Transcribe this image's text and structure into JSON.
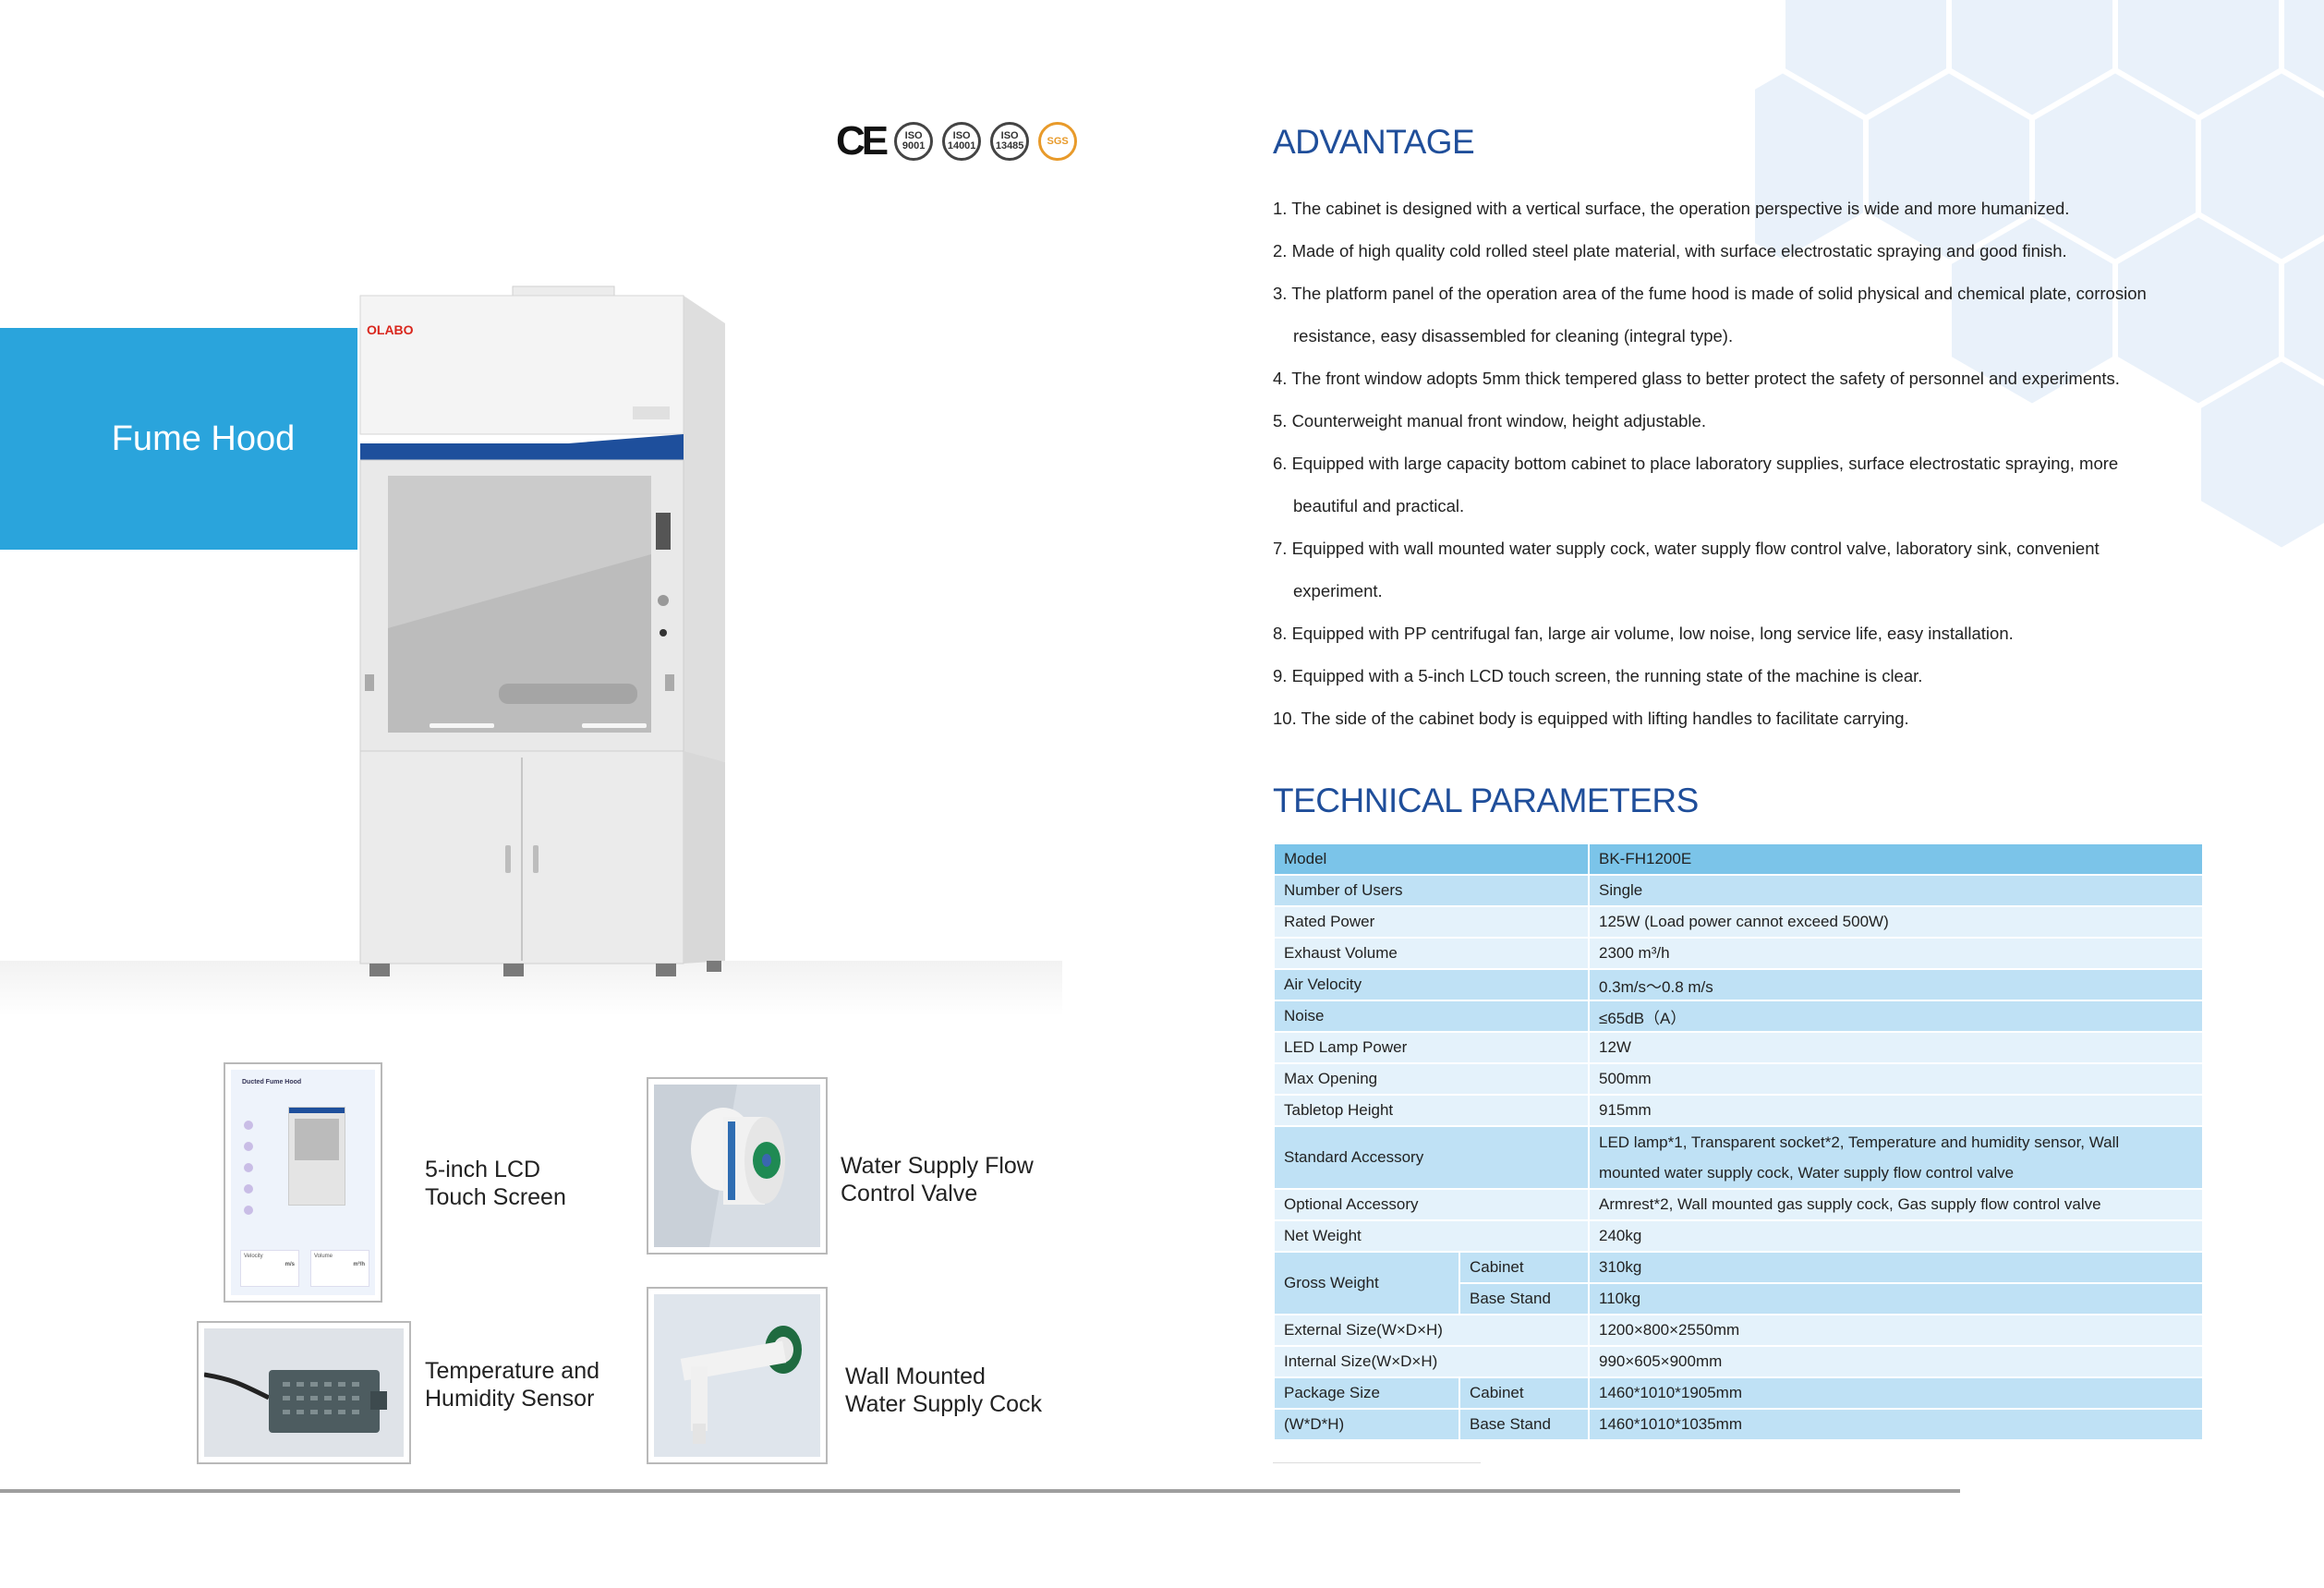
{
  "brand_title": "Fume Hood",
  "hood_brand": "OLABO",
  "certifications": [
    "CE",
    "ISO 9001",
    "ISO 14001",
    "ISO 13485",
    "SGS"
  ],
  "features": [
    {
      "label_line1": "5-inch LCD",
      "label_line2": "Touch Screen",
      "icon": "lcd-screen"
    },
    {
      "label_line1": "Water Supply Flow",
      "label_line2": "Control Valve",
      "icon": "flow-valve"
    },
    {
      "label_line1": "Temperature and",
      "label_line2": "Humidity Sensor",
      "icon": "sensor"
    },
    {
      "label_line1": "Wall Mounted",
      "label_line2": "Water Supply Cock",
      "icon": "water-cock"
    }
  ],
  "lcd_screen": {
    "title": "Ducted Fume Hood",
    "left_label": "Velocity",
    "left_unit": "m/s",
    "right_label": "Volume",
    "right_unit": "m³/h"
  },
  "advantage": {
    "heading": "ADVANTAGE",
    "items": [
      {
        "line1": "1. The cabinet is designed with a vertical surface, the operation perspective is wide and more humanized.",
        "line2": ""
      },
      {
        "line1": "2. Made of high quality cold rolled steel plate material, with surface electrostatic spraying and good finish.",
        "line2": ""
      },
      {
        "line1": "3. The platform panel of the operation area of the fume hood is made of solid physical and chemical plate, corrosion",
        "line2": "resistance, easy disassembled for cleaning (integral type)."
      },
      {
        "line1": "4. The front window adopts 5mm thick tempered glass to better protect the safety of personnel and experiments.",
        "line2": ""
      },
      {
        "line1": "5. Counterweight manual front window, height adjustable.",
        "line2": ""
      },
      {
        "line1": "6. Equipped with large capacity bottom cabinet to place laboratory supplies, surface electrostatic spraying, more",
        "line2": "beautiful and practical."
      },
      {
        "line1": "7. Equipped with wall mounted water supply cock, water supply flow control valve, laboratory sink, convenient",
        "line2": "experiment."
      },
      {
        "line1": "8. Equipped with PP centrifugal fan, large air volume, low noise, long service life, easy installation.",
        "line2": ""
      },
      {
        "line1": "9. Equipped with a 5-inch LCD touch screen, the running state of the machine is clear.",
        "line2": ""
      },
      {
        "line1": "10. The side of the cabinet body is equipped with lifting handles to facilitate carrying.",
        "line2": ""
      }
    ]
  },
  "technical": {
    "heading": "TECHNICAL PARAMETERS",
    "rows": {
      "model": {
        "label": "Model",
        "value": "BK-FH1200E"
      },
      "users": {
        "label": "Number of Users",
        "value": "Single"
      },
      "rated_power": {
        "label": "Rated Power",
        "value": "125W (Load power cannot exceed 500W)"
      },
      "exhaust": {
        "label": "Exhaust Volume",
        "value": "2300 m³/h"
      },
      "air_velocity": {
        "label": "Air Velocity",
        "value": "0.3m/s～0.8 m/s"
      },
      "noise": {
        "label": "Noise",
        "value": "≤65dB（A）"
      },
      "led": {
        "label": "LED Lamp Power",
        "value": "12W"
      },
      "max_opening": {
        "label": "Max Opening",
        "value": "500mm"
      },
      "tabletop": {
        "label": "Tabletop Height",
        "value": "915mm"
      },
      "std_acc": {
        "label": "Standard Accessory",
        "value_line1": "LED lamp*1, Transparent socket*2, Temperature and humidity sensor, Wall",
        "value_line2": "mounted water supply cock, Water supply flow control valve"
      },
      "opt_acc": {
        "label": "Optional Accessory",
        "value": "Armrest*2, Wall mounted gas supply cock, Gas supply flow control valve"
      },
      "net_weight": {
        "label": "Net Weight",
        "value": "240kg"
      },
      "gross_weight": {
        "label": "Gross Weight",
        "sub1": "Cabinet",
        "val1": "310kg",
        "sub2": "Base Stand",
        "val2": "110kg"
      },
      "ext_size": {
        "label": "External Size(W×D×H)",
        "value": "1200×800×2550mm"
      },
      "int_size": {
        "label": "Internal Size(W×D×H)",
        "value": "990×605×900mm"
      },
      "package": {
        "label_line1": "Package Size",
        "label_line2": "(W*D*H)",
        "sub1": "Cabinet",
        "val1": "1460*1010*1905mm",
        "sub2": "Base Stand",
        "val2": "1460*1010*1035mm"
      }
    }
  },
  "colors": {
    "accent_blue": "#2aa4dc",
    "heading_blue": "#1f4e9a",
    "table_dark": "#7bc4e9",
    "table_mid": "#bfe1f5",
    "table_light": "#e4f2fb",
    "hood_band": "#1e4f9c"
  }
}
